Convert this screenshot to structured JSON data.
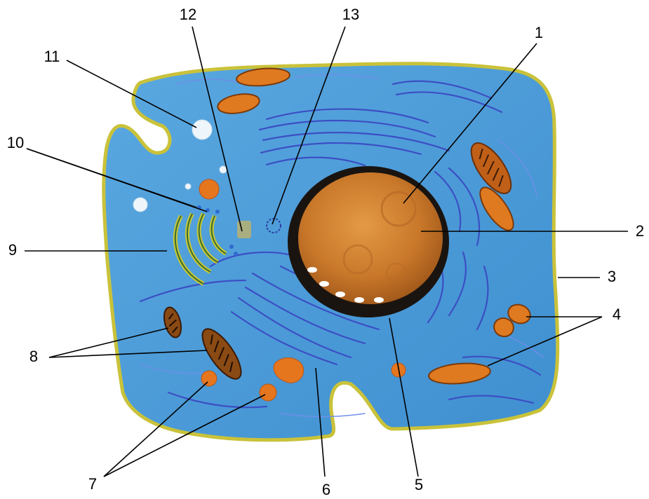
{
  "labels": {
    "l1": "1",
    "l2": "2",
    "l3": "3",
    "l4": "4",
    "l5": "5",
    "l6": "6",
    "l7": "7",
    "l8": "8",
    "l9": "9",
    "l10": "10",
    "l11": "11",
    "l12": "12",
    "l13": "13"
  },
  "colors": {
    "cytoplasm": "#4f9fd9",
    "membrane": "#c9c23a",
    "nucleus": "#c9782a",
    "nuclear_envelope": "#1a1410",
    "mitochondria": "#e07a20",
    "endoplasmic_reticulum": "#3c4fc4",
    "golgi": "#c8c832"
  }
}
